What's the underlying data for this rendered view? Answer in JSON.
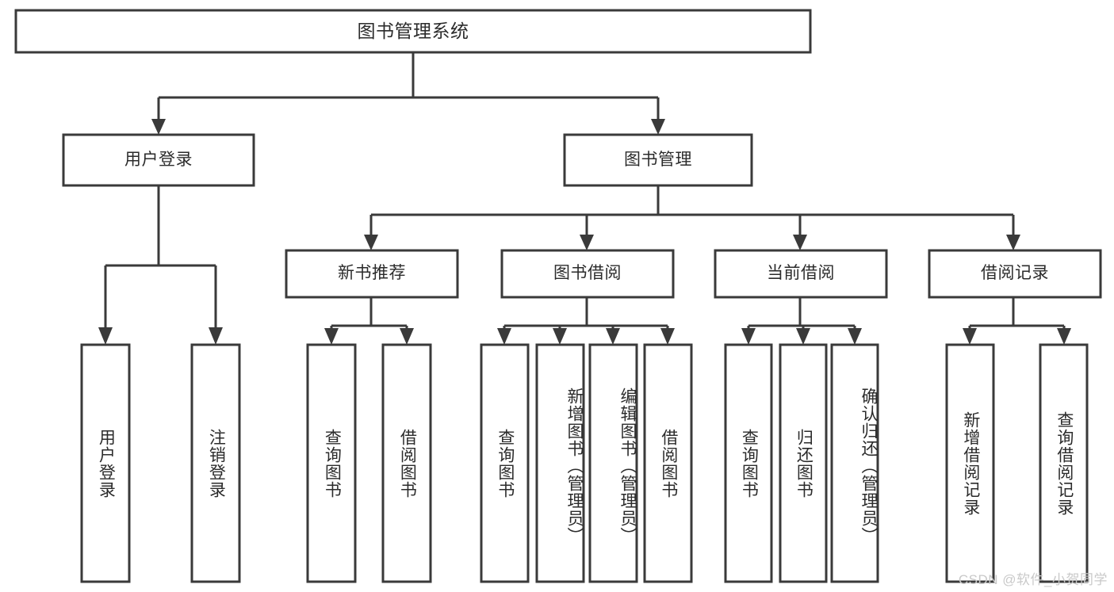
{
  "diagram": {
    "type": "hierarchy-tree",
    "title": "图书管理系统",
    "watermark": "CSDN @软件_小贺同学",
    "colors": {
      "box_stroke": "#3a3a3a",
      "box_fill": "#ffffff",
      "connector": "#3a3a3a",
      "text": "#2b2b2b",
      "watermark": "#c9c9c9",
      "background": "#ffffff"
    },
    "nodes": {
      "root": {
        "label": "图书管理系统"
      },
      "level2": [
        {
          "id": "user-login",
          "label": "用户登录"
        },
        {
          "id": "book-management",
          "label": "图书管理"
        }
      ],
      "level3": [
        {
          "id": "new-book-recommend",
          "label": "新书推荐"
        },
        {
          "id": "book-borrow",
          "label": "图书借阅"
        },
        {
          "id": "current-borrow",
          "label": "当前借阅"
        },
        {
          "id": "borrow-record",
          "label": "借阅记录"
        }
      ],
      "leaves": {
        "user-login": [
          {
            "id": "leaf-user-login",
            "label": "用户登录"
          },
          {
            "id": "leaf-logout-login",
            "label": "注销登录"
          }
        ],
        "new-book-recommend": [
          {
            "id": "leaf-query-book-1",
            "label": "查询图书"
          },
          {
            "id": "leaf-borrow-book-1",
            "label": "借阅图书"
          }
        ],
        "book-borrow": [
          {
            "id": "leaf-query-book-2",
            "label": "查询图书"
          },
          {
            "id": "leaf-add-book-admin",
            "label": "新增图书（管理员）"
          },
          {
            "id": "leaf-edit-book-admin",
            "label": "编辑图书（管理员）"
          },
          {
            "id": "leaf-borrow-book-2",
            "label": "借阅图书"
          }
        ],
        "current-borrow": [
          {
            "id": "leaf-query-book-3",
            "label": "查询图书"
          },
          {
            "id": "leaf-return-book",
            "label": "归还图书"
          },
          {
            "id": "leaf-confirm-return-admin",
            "label": "确认归还（管理员）"
          }
        ],
        "borrow-record": [
          {
            "id": "leaf-add-borrow-record",
            "label": "新增借阅记录"
          },
          {
            "id": "leaf-query-borrow-record",
            "label": "查询借阅记录"
          }
        ]
      }
    }
  }
}
